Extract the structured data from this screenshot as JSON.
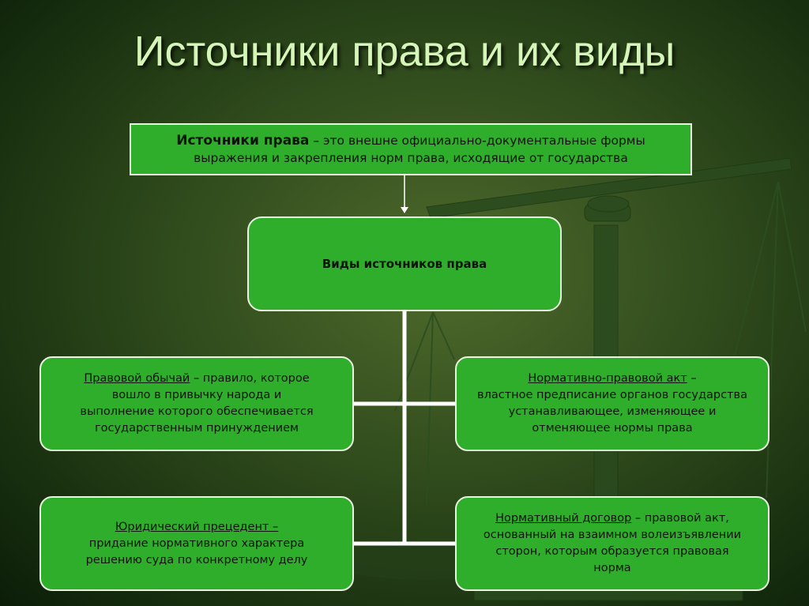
{
  "title": "Источники права и их виды",
  "definition": {
    "term": "Источники права",
    "line1_rest": " – это внешне официально-документальные формы",
    "line2": "выражения и закрепления норм права, исходящие от государства"
  },
  "kinds_label": "Виды источников права",
  "legal_custom": {
    "term": "Правовой обычай",
    "line1_rest": " – правило, которое",
    "line2": "вошло в привычку народа и",
    "line3": "выполнение которого обеспечивается",
    "line4": "государственным принуждением"
  },
  "normative_act": {
    "term": "Нормативно-правовой акт",
    "line1_rest": " –",
    "line2": "властное предписание органов государства",
    "line3": "устанавливающее, изменяющее и",
    "line4": "отменяющее нормы права"
  },
  "judicial_precedent": {
    "term": "Юридический прецедент ",
    "line1_rest": "–",
    "line2": "придание нормативного характера",
    "line3": "решению суда по конкретному делу"
  },
  "normative_agreement": {
    "term": "Нормативный договор",
    "line1_rest": " – правовой акт,",
    "line2": "основанный на взаимном волеизъявлении",
    "line3": "сторон, которым образуется правовая",
    "line4": "норма"
  },
  "colors": {
    "box_fill": "#2fae2b",
    "box_border": "#e8f3e0",
    "title_text": "#d6f5b8",
    "connector": "#ffffff"
  }
}
